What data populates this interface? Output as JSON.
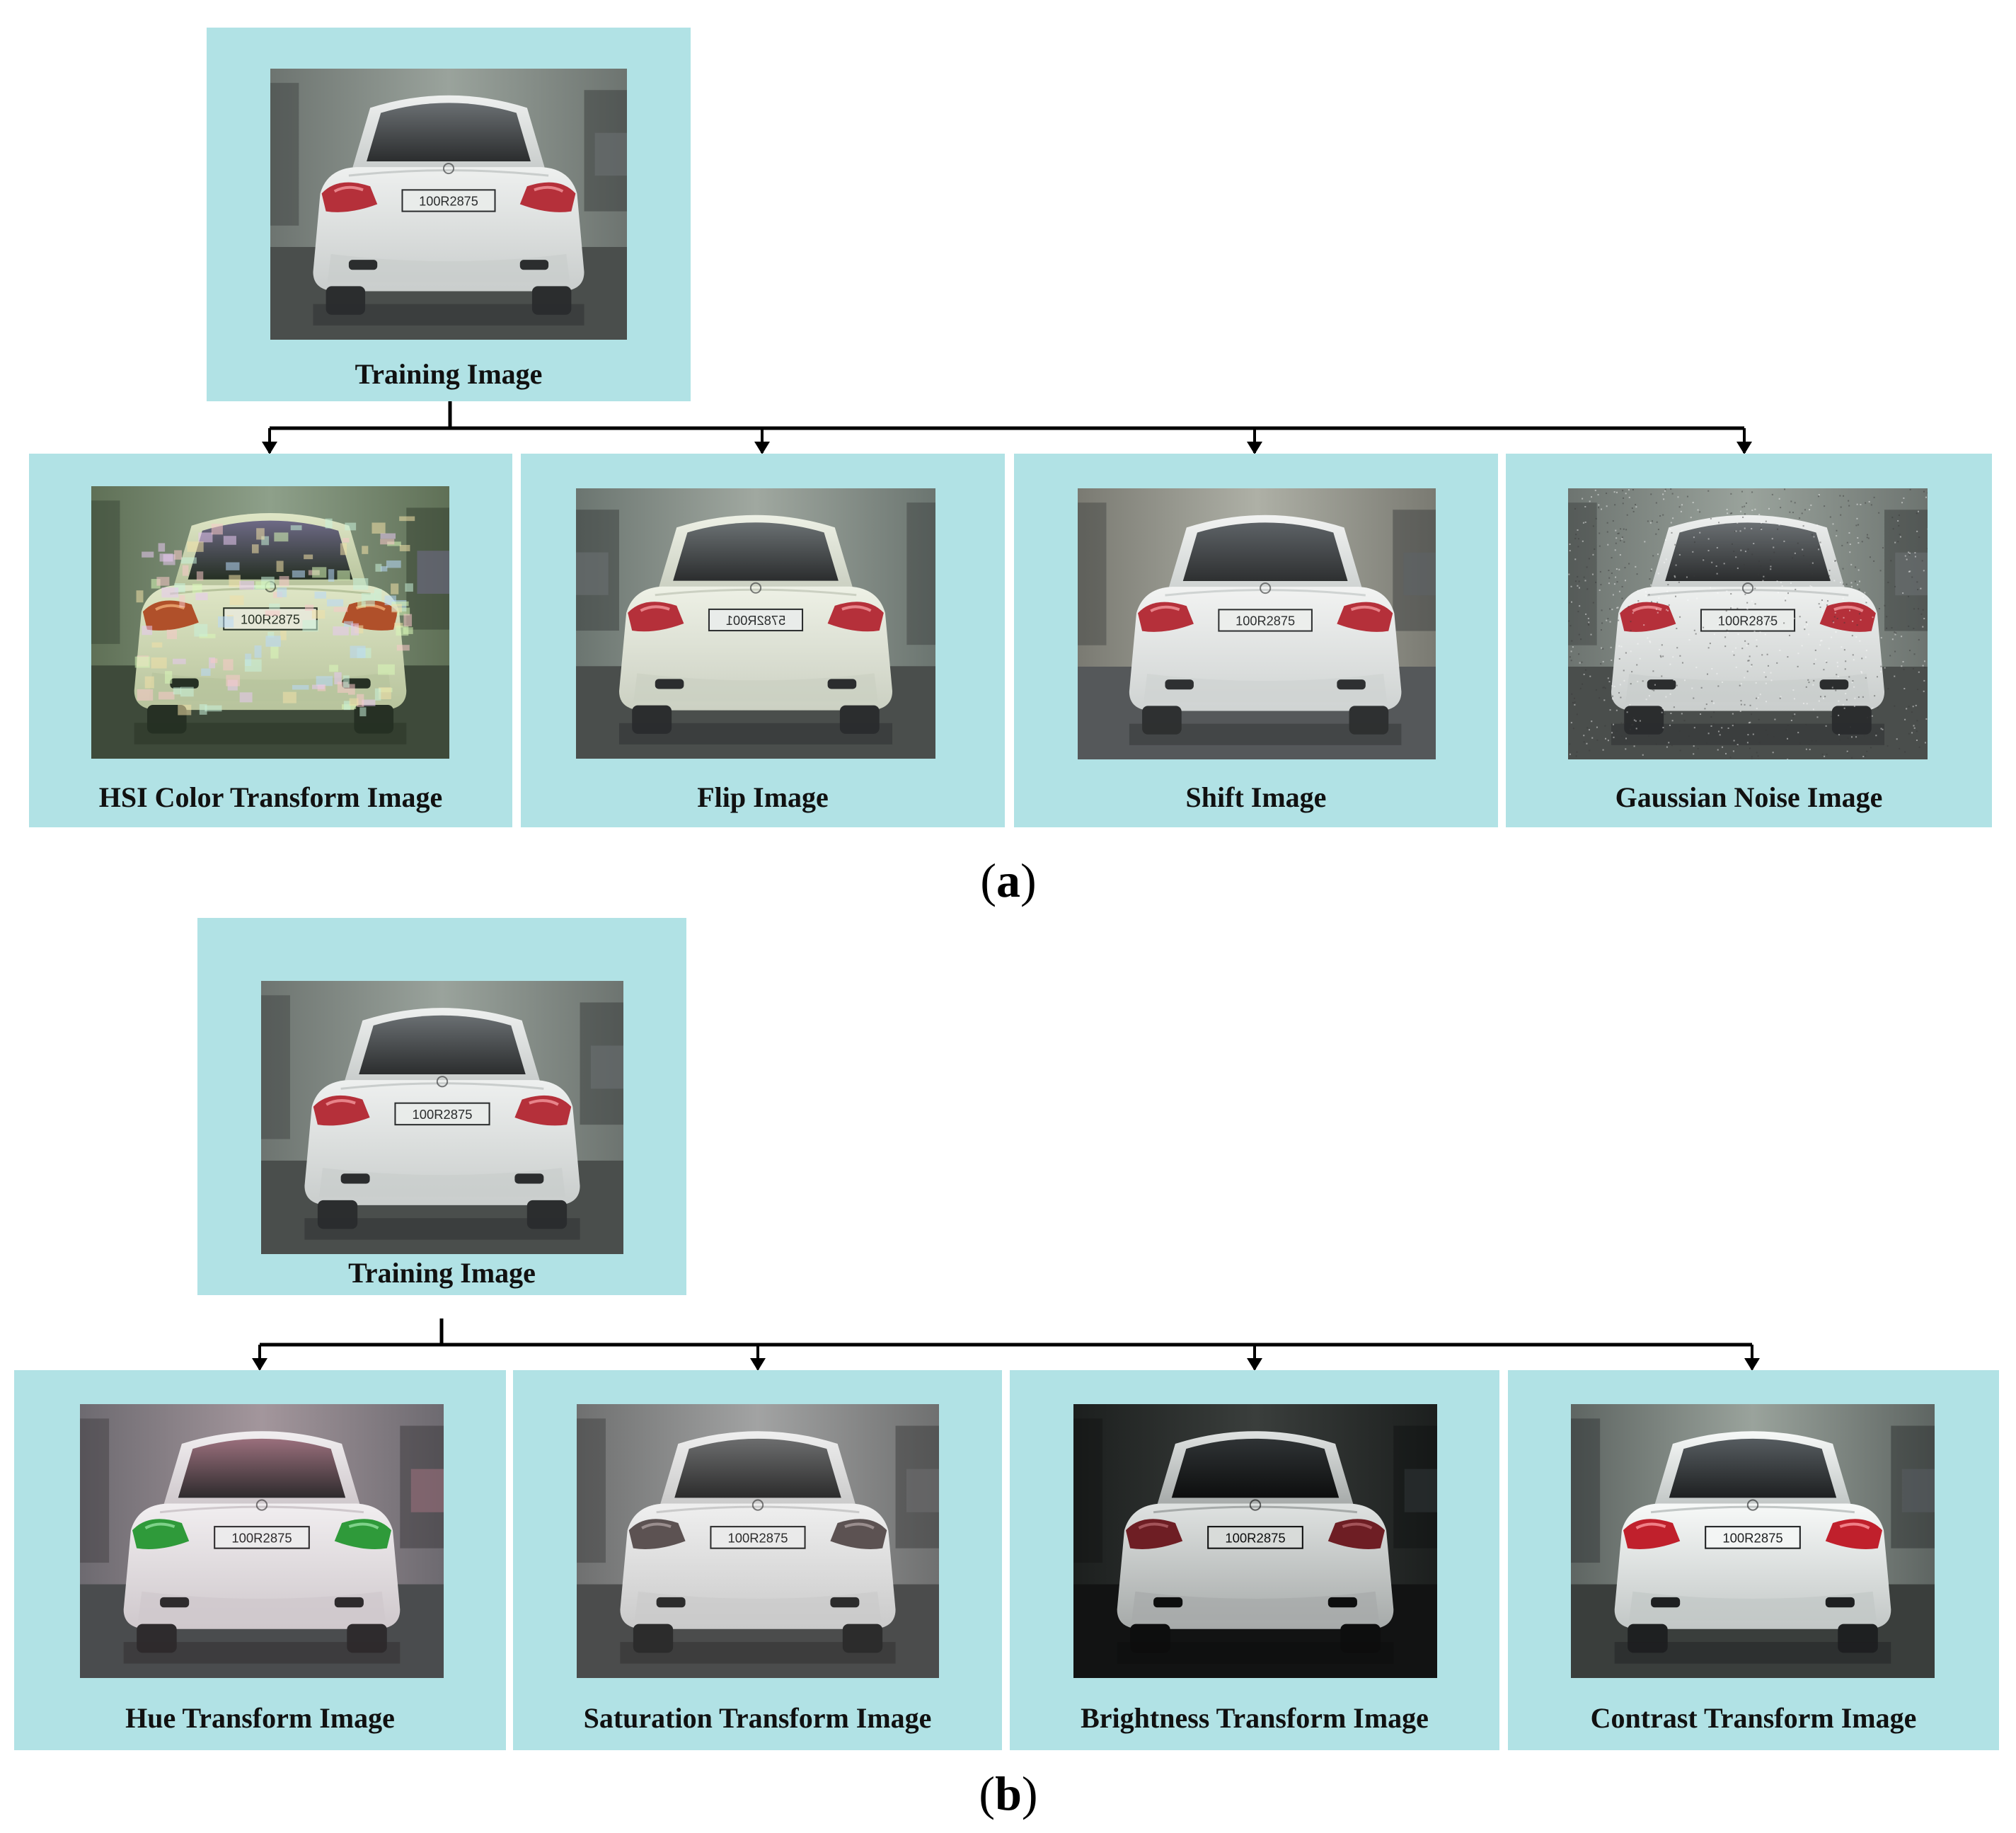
{
  "panel_a": {
    "label_open": "(",
    "label_letter": "a",
    "label_close": ")",
    "root": {
      "caption": "Training Image",
      "plate": "100R2875",
      "variant": "normal"
    },
    "children": [
      {
        "caption": "HSI Color Transform Image",
        "plate": "100R2875",
        "variant": "hsi"
      },
      {
        "caption": "Flip Image",
        "plate": "5782R001",
        "variant": "flip"
      },
      {
        "caption": "Shift Image",
        "plate": "100R2875",
        "variant": "shift"
      },
      {
        "caption": "Gaussian Noise Image",
        "plate": "100R2875",
        "variant": "noise"
      }
    ]
  },
  "panel_b": {
    "label_open": "(",
    "label_letter": "b",
    "label_close": ")",
    "root": {
      "caption": "Training Image",
      "plate": "100R2875",
      "variant": "normal"
    },
    "children": [
      {
        "caption": "Hue Transform Image",
        "plate": "100R2875",
        "variant": "hue"
      },
      {
        "caption": "Saturation Transform Image",
        "plate": "100R2875",
        "variant": "saturation"
      },
      {
        "caption": "Brightness Transform Image",
        "plate": "100R2875",
        "variant": "brightness"
      },
      {
        "caption": "Contrast Transform Image",
        "plate": "100R2875",
        "variant": "contrast"
      }
    ]
  },
  "colors": {
    "box_fill": "#b1e2e5",
    "connector": "#000000"
  }
}
